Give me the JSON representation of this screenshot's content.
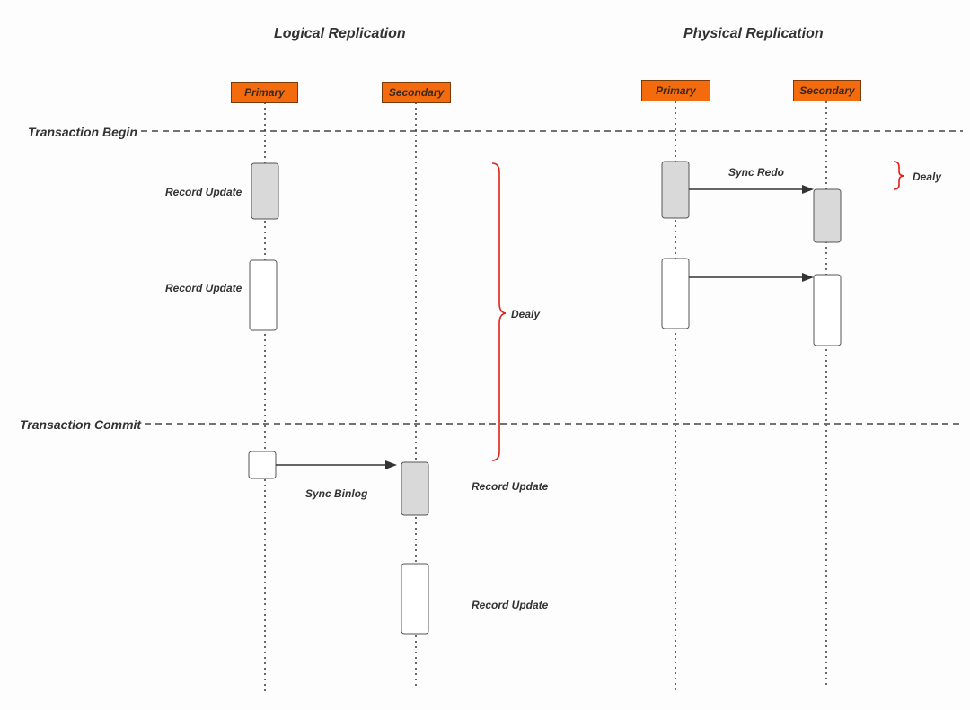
{
  "titles": {
    "logical": "Logical Replication",
    "physical": "Physical Replication"
  },
  "actors": {
    "logical_primary": "Primary",
    "logical_secondary": "Secondary",
    "physical_primary": "Primary",
    "physical_secondary": "Secondary"
  },
  "phases": {
    "begin": "Transaction Begin",
    "commit": "Transaction Commit"
  },
  "logical": {
    "record_update_1": "Record Update",
    "record_update_2": "Record Update",
    "sync_binlog": "Sync Binlog",
    "secondary_update_1": "Record Update",
    "secondary_update_2": "Record Update",
    "delay": "Dealy"
  },
  "physical": {
    "sync_redo": "Sync Redo",
    "delay": "Dealy"
  },
  "colors": {
    "actor_fill": "#f36b0c",
    "activation_gray": "#d9d9d9",
    "delay_brace": "#e0201a"
  }
}
